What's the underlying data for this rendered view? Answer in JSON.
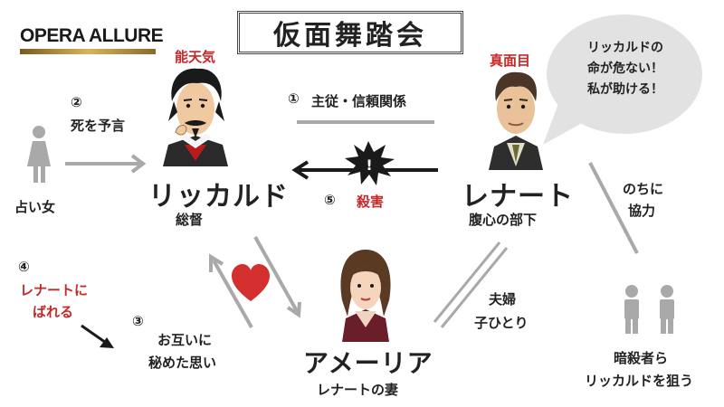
{
  "logo": {
    "text": "OPERA ALLURE"
  },
  "title": "仮面舞踏会",
  "fortune_teller": {
    "label": "占い女",
    "step": "②",
    "step_label": "死を予言"
  },
  "riccardo": {
    "trait": "能天気",
    "name": "リッカルド",
    "role": "総督"
  },
  "renato": {
    "trait": "真面目",
    "name": "レナート",
    "role": "腹心の部下"
  },
  "amelia": {
    "name": "アメーリア",
    "role": "レナートの妻"
  },
  "relation1": {
    "step": "①",
    "label": "主従・信頼関係"
  },
  "relation5": {
    "step": "⑤",
    "label": "殺害"
  },
  "relation4": {
    "step": "④",
    "line1": "レナートに",
    "line2": "ばれる"
  },
  "relation3": {
    "step": "③",
    "line1": "お互いに",
    "line2": "秘めた思い"
  },
  "couple": {
    "line1": "夫婦",
    "line2": "子ひとり"
  },
  "cooperate": {
    "line1": "のちに",
    "line2": "協力"
  },
  "assassins": {
    "line1": "暗殺者ら",
    "line2": "リッカルドを狙う"
  },
  "bubble": {
    "line1": "リッカルドの",
    "line2": "命が危ない！",
    "line3": "私が助ける！"
  },
  "colors": {
    "accent_red": "#c62828",
    "arrow_gray": "#a9a9a9",
    "dark": "#222222",
    "heart": "#d32f2f"
  }
}
